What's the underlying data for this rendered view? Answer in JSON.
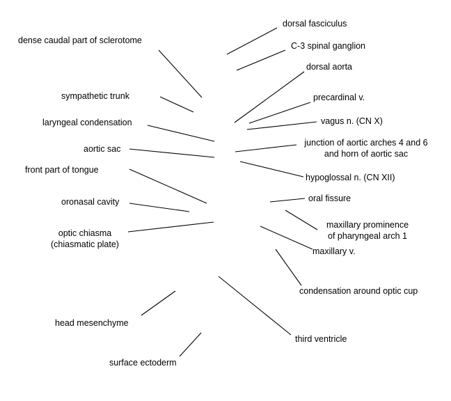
{
  "diagram": {
    "labels": {
      "dorsal_fasciculus": "dorsal fasciculus",
      "dense_caudal_sclerotome": "dense caudal part of sclerotome",
      "c3_spinal_ganglion": "C-3 spinal ganglion",
      "dorsal_aorta": "dorsal aorta",
      "sympathetic_trunk": "sympathetic trunk",
      "precardinal_v": "precardinal v.",
      "vagus_n": "vagus n. (CN X)",
      "laryngeal_condensation": "laryngeal condensation",
      "junction_aortic_arches_line1": "junction of aortic arches 4 and 6",
      "junction_aortic_arches_line2": "and horn of aortic sac",
      "aortic_sac": "aortic sac",
      "hypoglossal_n": "hypoglossal n. (CN XII)",
      "front_part_tongue": "front part of tongue",
      "oral_fissure": "oral fissure",
      "oronasal_cavity": "oronasal cavity",
      "maxillary_prominence_line1": "maxillary prominence",
      "maxillary_prominence_line2": "of pharyngeal arch 1",
      "optic_chiasma_line1": "optic chiasma",
      "optic_chiasma_line2": "(chiasmatic plate)",
      "maxillary_v": "maxillary v.",
      "condensation_optic_cup": "condensation around optic cup",
      "head_mesenchyme": "head mesenchyme",
      "third_ventricle": "third ventricle",
      "surface_ectoderm": "surface ectoderm"
    }
  }
}
